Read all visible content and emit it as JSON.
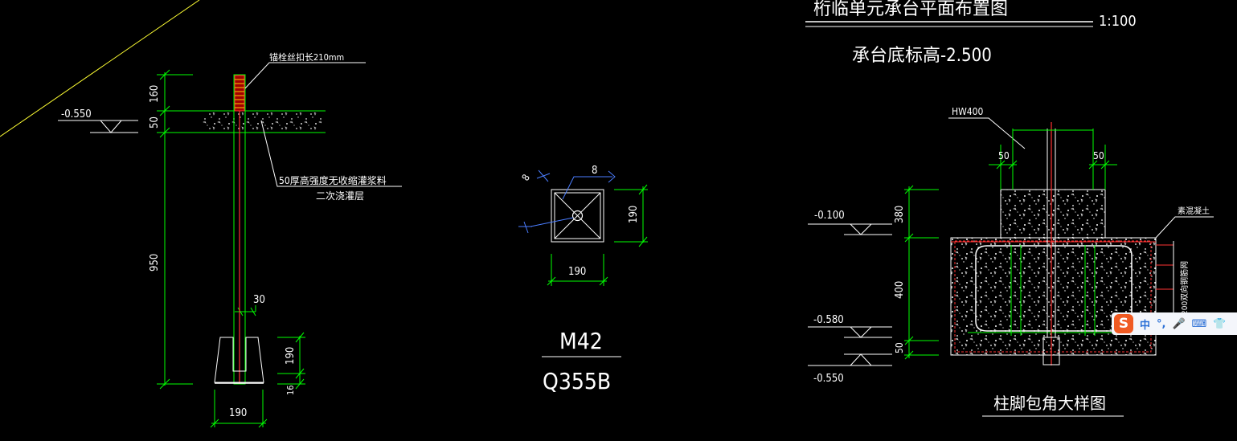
{
  "drawing": {
    "title_top": "桁临单元承台平面布置图",
    "scale": "1:100",
    "subtitle": "承台底标高-2.500",
    "left_detail": {
      "note_anchor": "锚栓丝扣长210mm",
      "note_grout_1": "50厚高强度无收缩灌浆料",
      "note_grout_2": "二次浇灌层",
      "level": "-0.550",
      "dim_160": "160",
      "dim_50": "50",
      "dim_950": "950",
      "dim_30": "30",
      "dim_190_v": "190",
      "dim_16": "16",
      "dim_190_h": "190"
    },
    "middle_detail": {
      "weld_size": "8",
      "weld_size_2": "8",
      "dim_190_v": "190",
      "dim_190_h": "190",
      "bolt": "M42",
      "material": "Q355B"
    },
    "right_detail": {
      "section": "HW400",
      "dim_50_left": "50",
      "dim_50_right": "50",
      "label_concrete": "素混凝土",
      "label_rebar": "200双向钢筋网",
      "level_1": "-0.100",
      "level_2": "-0.580",
      "level_3": "-0.550",
      "dim_380": "380",
      "dim_400": "400",
      "dim_50": "50",
      "caption": "柱脚包角大样图"
    }
  },
  "ime_toolbar": {
    "logo": "S",
    "lang": "中",
    "punct": "°,",
    "mic": "🎤",
    "keyboard": "⌨",
    "shirt": "👕"
  }
}
